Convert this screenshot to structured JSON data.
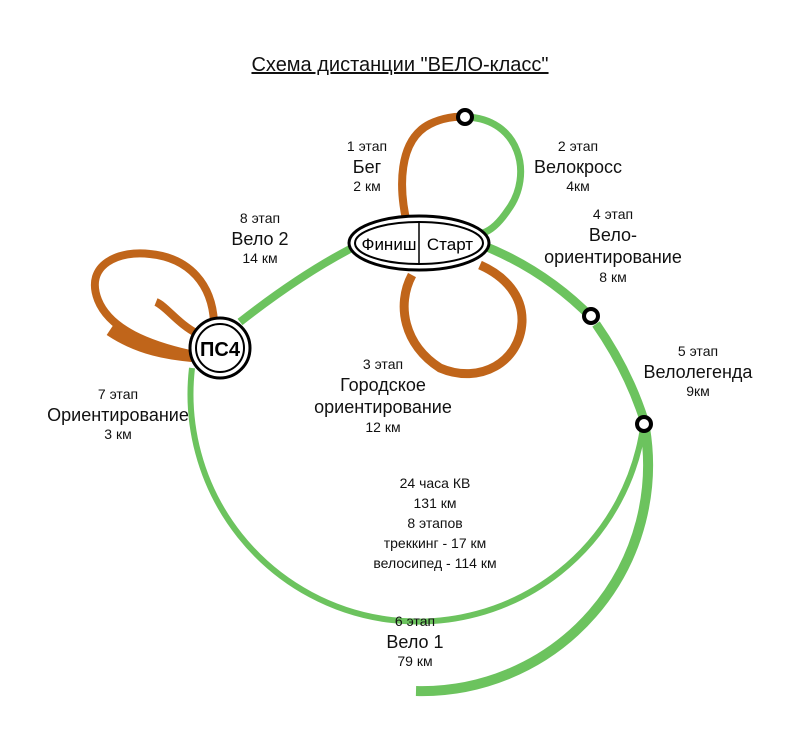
{
  "title": "Схема дистанции \"ВЕЛО-класс\"",
  "colors": {
    "trekking": "#c0651a",
    "bike": "#6cc35e",
    "outline": "#000000"
  },
  "nodes": {
    "finish": "Финиш",
    "start": "Старт",
    "checkpoint": "ПС4"
  },
  "stages": [
    {
      "num": "1 этап",
      "name": "Бег",
      "dist": "2 км",
      "type": "trekking"
    },
    {
      "num": "2 этап",
      "name": "Велокросс",
      "dist": "4км",
      "type": "bike"
    },
    {
      "num": "3 этап",
      "name": "Городское ориентирование",
      "name_line1": "Городское",
      "name_line2": "ориентирование",
      "dist": "12 км",
      "type": "trekking"
    },
    {
      "num": "4 этап",
      "name": "Вело-ориентирование",
      "name_line1": "Вело-",
      "name_line2": "ориентирование",
      "dist": "8 км",
      "type": "bike"
    },
    {
      "num": "5 этап",
      "name": "Велолегенда",
      "dist": "9км",
      "type": "bike"
    },
    {
      "num": "6 этап",
      "name": "Вело 1",
      "dist": "79 км",
      "type": "bike"
    },
    {
      "num": "7 этап",
      "name": "Ориентирование",
      "dist": "3 км",
      "type": "trekking"
    },
    {
      "num": "8 этап",
      "name": "Вело 2",
      "dist": "14 км",
      "type": "bike"
    }
  ],
  "summary": {
    "line1": "24 часа КВ",
    "line2": "131 км",
    "line3": "8 этапов",
    "line4": "треккинг - 17 км",
    "line5": "велосипед - 114 км"
  }
}
